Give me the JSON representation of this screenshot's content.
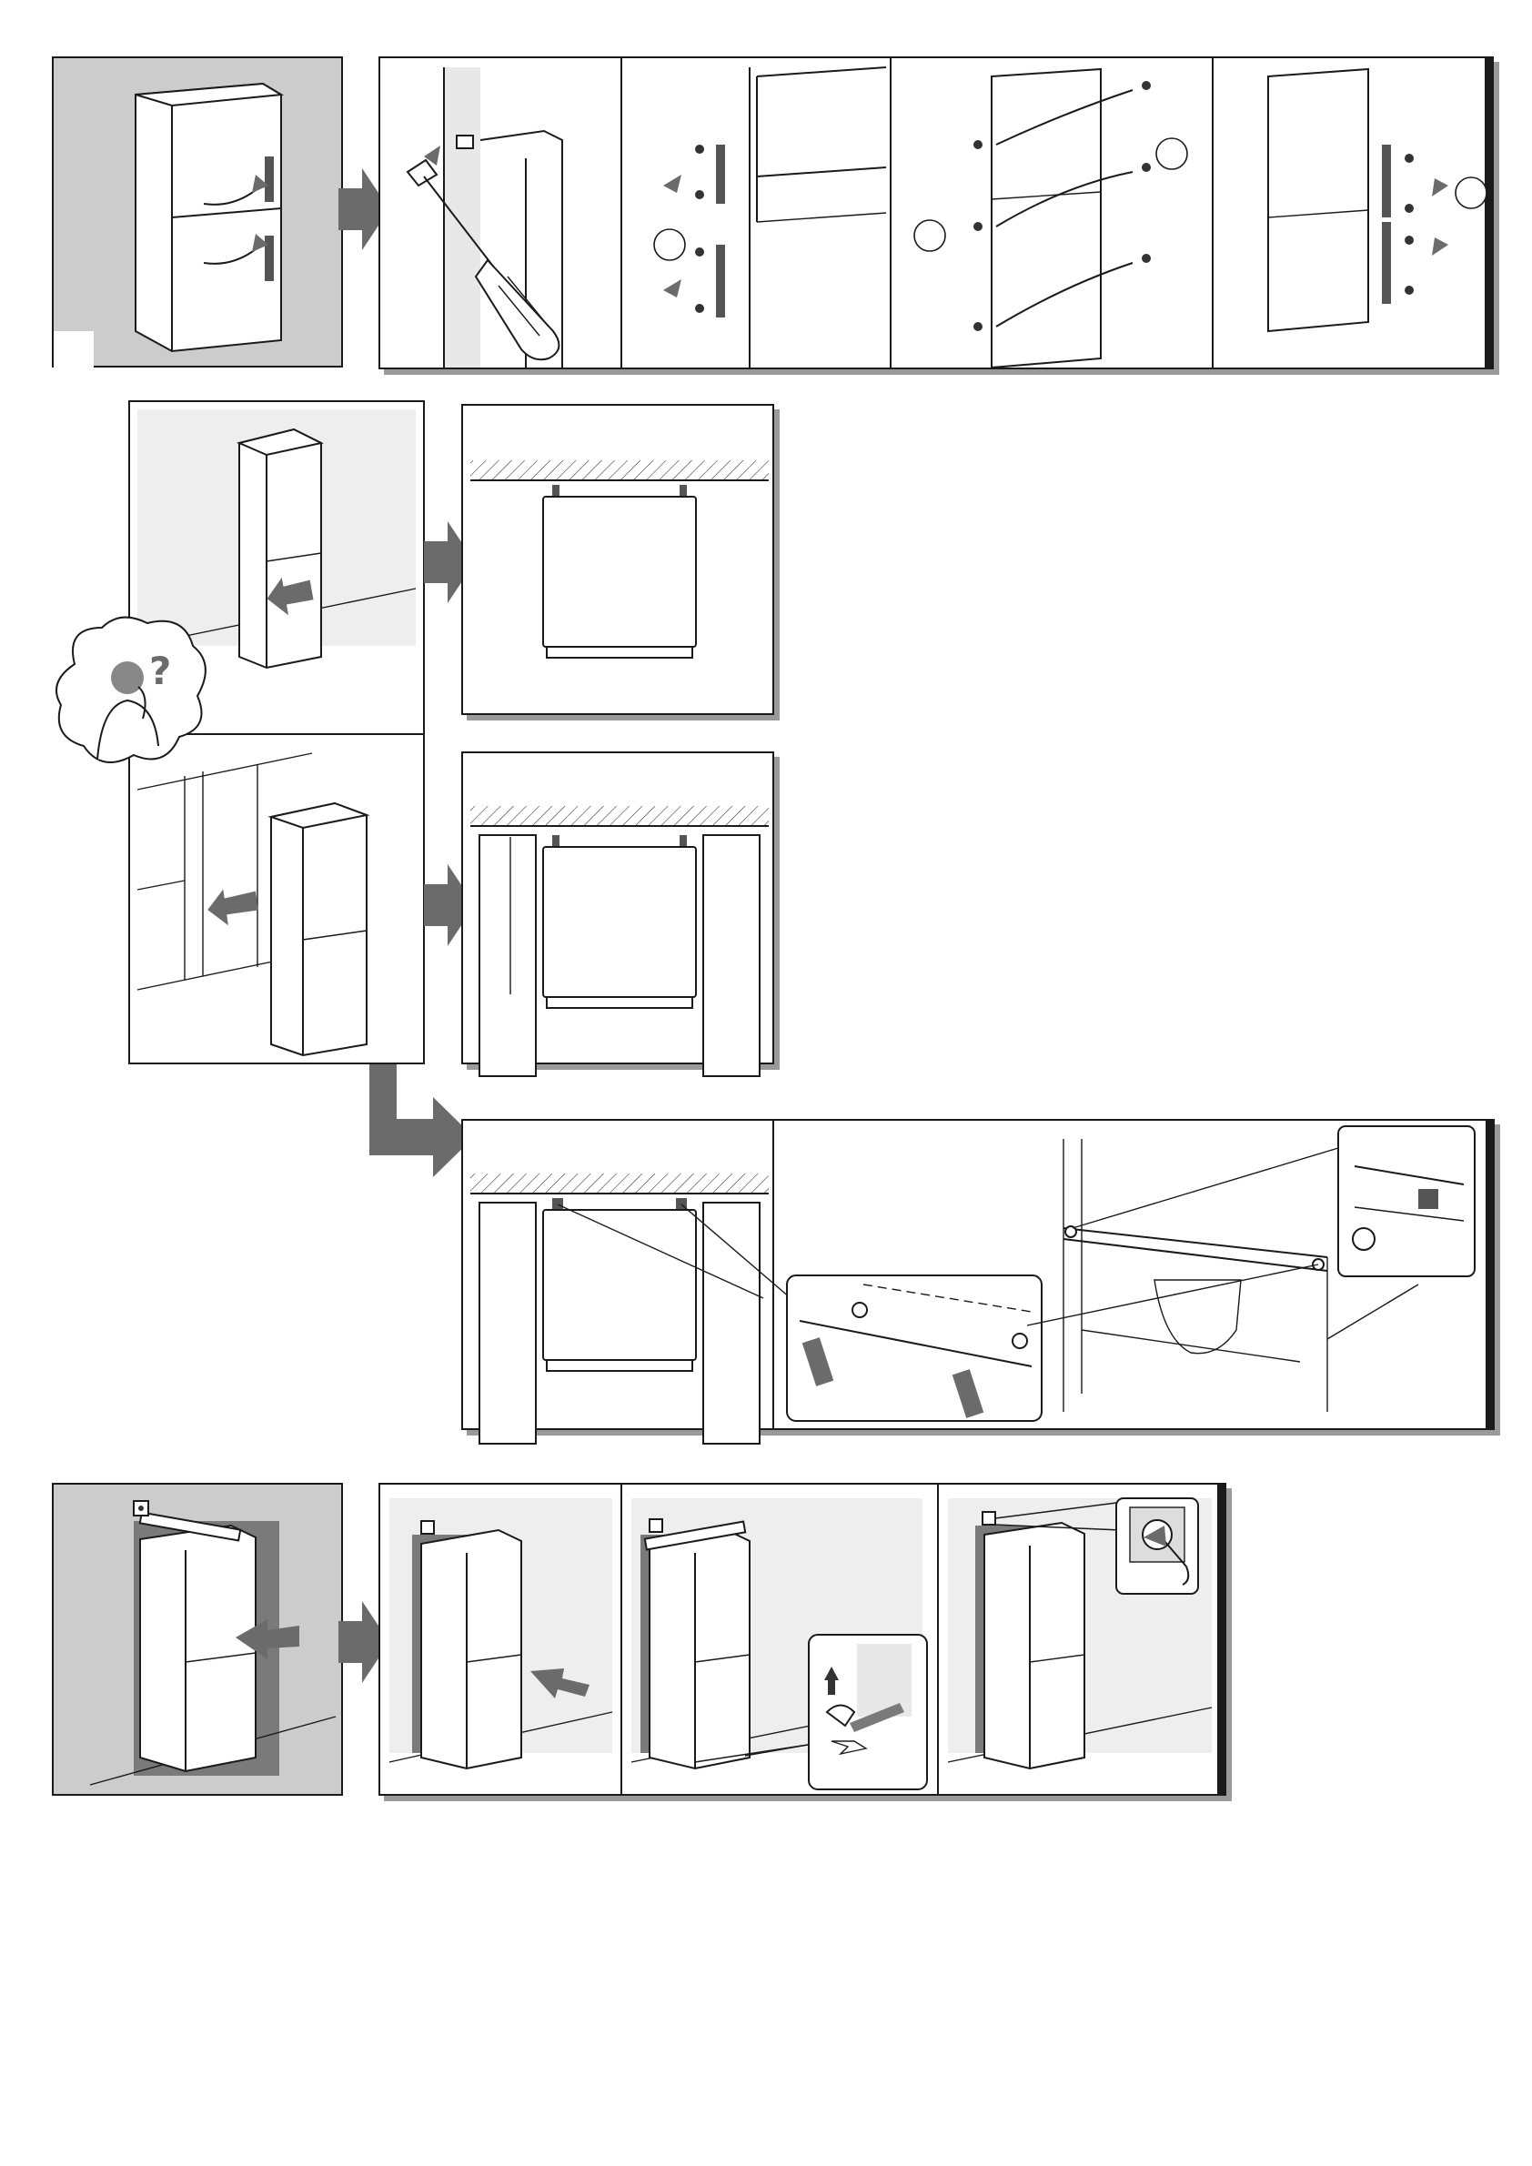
{
  "document": {
    "title": "",
    "sections": [
      {
        "id": "door-handle-reversal",
        "steps": 5
      },
      {
        "id": "placement-options",
        "steps": 4
      },
      {
        "id": "wall-spacers",
        "steps": 2
      },
      {
        "id": "final-installation",
        "steps": 4
      }
    ]
  },
  "icons": {
    "thinking_person": "thinking-person-icon",
    "question_mark": "?",
    "arrow": "process-arrow-icon",
    "socket": "power-socket-icon",
    "plug": "power-plug-icon",
    "screwdriver": "screwdriver-icon",
    "wrench": "wrench-icon"
  },
  "colors": {
    "panel_gray": "#cccccc",
    "arrow_gray": "#6b6b6b",
    "line": "#1a1a1a",
    "shadow": "#9a9a9a"
  }
}
